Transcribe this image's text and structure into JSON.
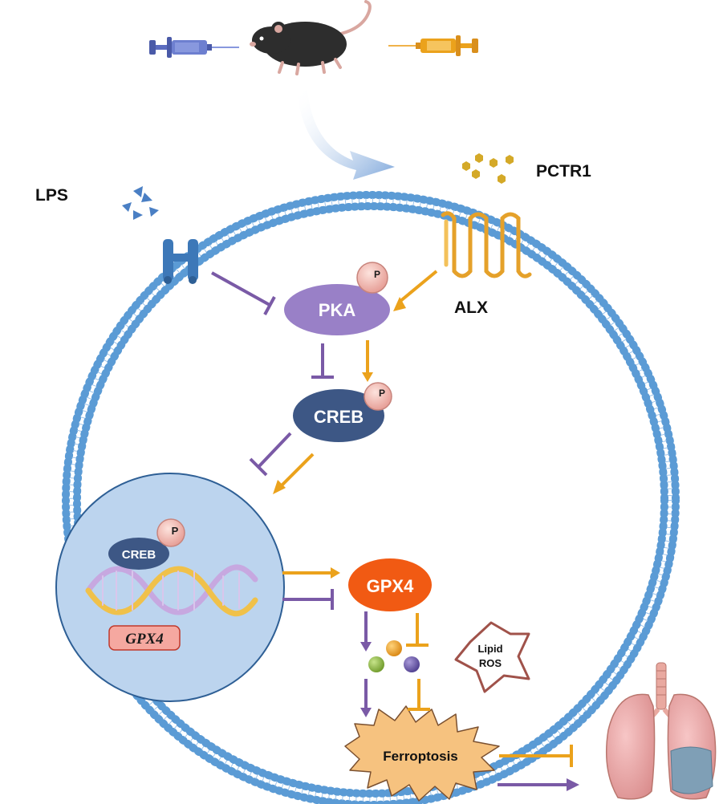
{
  "labels": {
    "lps": "LPS",
    "pctr1": "PCTR1",
    "alx": "ALX",
    "pka": "PKA",
    "creb": "CREB",
    "creb_nuclear": "CREB",
    "phospho": "P",
    "gene": "GPX4",
    "gpx4": "GPX4",
    "lipid_ros_line1": "Lipid",
    "lipid_ros_line2": "ROS",
    "ferroptosis": "Ferroptosis"
  },
  "colors": {
    "membrane": "#5b9bd5",
    "lps_path": "#7a5aa6",
    "pctr1_path": "#eba21c",
    "pka": "#9980c7",
    "creb": "#3d5785",
    "nucleus": "#bcd4ee",
    "gpx4": "#f15a13",
    "ferroptosis": "#f6c27f",
    "phospho": "#f2b9b0"
  }
}
